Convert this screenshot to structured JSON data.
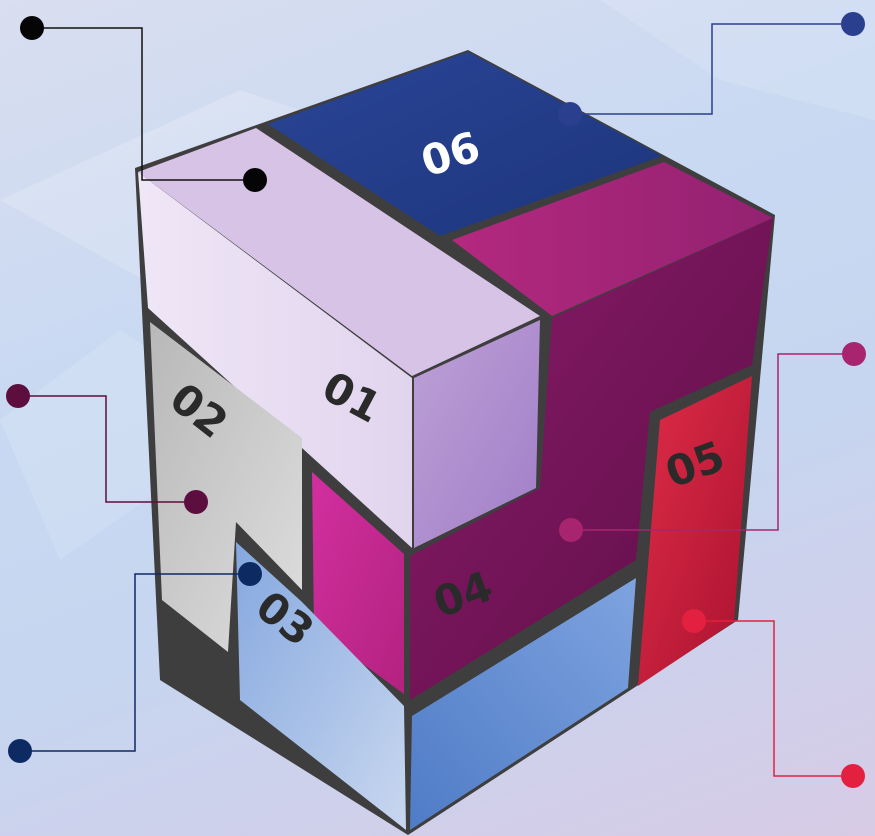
{
  "diagram": {
    "segments": [
      {
        "id": "01",
        "label": "01",
        "color": "#e3d8ef"
      },
      {
        "id": "02",
        "label": "02",
        "color": "#c9c9c9"
      },
      {
        "id": "03",
        "label": "03",
        "color": "#8fb0e0"
      },
      {
        "id": "04",
        "label": "04",
        "color": "#7a155f"
      },
      {
        "id": "05",
        "label": "05",
        "color": "#d4233f"
      },
      {
        "id": "06",
        "label": "06",
        "color": "#223e8c"
      }
    ],
    "callout_colors": {
      "c01": "#050505",
      "c02": "#5c0e3e",
      "c03": "#0d2a63",
      "c04": "#a8246e",
      "c05": "#e3203f",
      "c06": "#2b3f8f"
    }
  }
}
